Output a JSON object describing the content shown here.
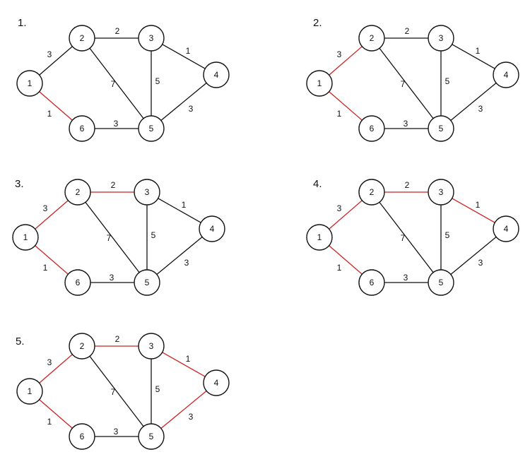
{
  "colors": {
    "default_edge": "#111111",
    "highlight_edge": "#cc2222"
  },
  "nodes": [
    "1",
    "2",
    "3",
    "4",
    "5",
    "6"
  ],
  "edges": [
    {
      "from": "1",
      "to": "2",
      "weight": "3"
    },
    {
      "from": "1",
      "to": "6",
      "weight": "1"
    },
    {
      "from": "2",
      "to": "3",
      "weight": "2"
    },
    {
      "from": "2",
      "to": "5",
      "weight": "7"
    },
    {
      "from": "3",
      "to": "5",
      "weight": "5"
    },
    {
      "from": "3",
      "to": "4",
      "weight": "1"
    },
    {
      "from": "4",
      "to": "5",
      "weight": "3"
    },
    {
      "from": "6",
      "to": "5",
      "weight": "3"
    }
  ],
  "panels": [
    {
      "label": "1.",
      "highlighted": [
        "1-6"
      ]
    },
    {
      "label": "2.",
      "highlighted": [
        "1-6",
        "1-2"
      ]
    },
    {
      "label": "3.",
      "highlighted": [
        "1-6",
        "1-2",
        "2-3"
      ]
    },
    {
      "label": "4.",
      "highlighted": [
        "1-6",
        "1-2",
        "2-3",
        "3-4"
      ]
    },
    {
      "label": "5.",
      "highlighted": [
        "1-6",
        "1-2",
        "2-3",
        "3-4",
        "4-5"
      ]
    }
  ]
}
